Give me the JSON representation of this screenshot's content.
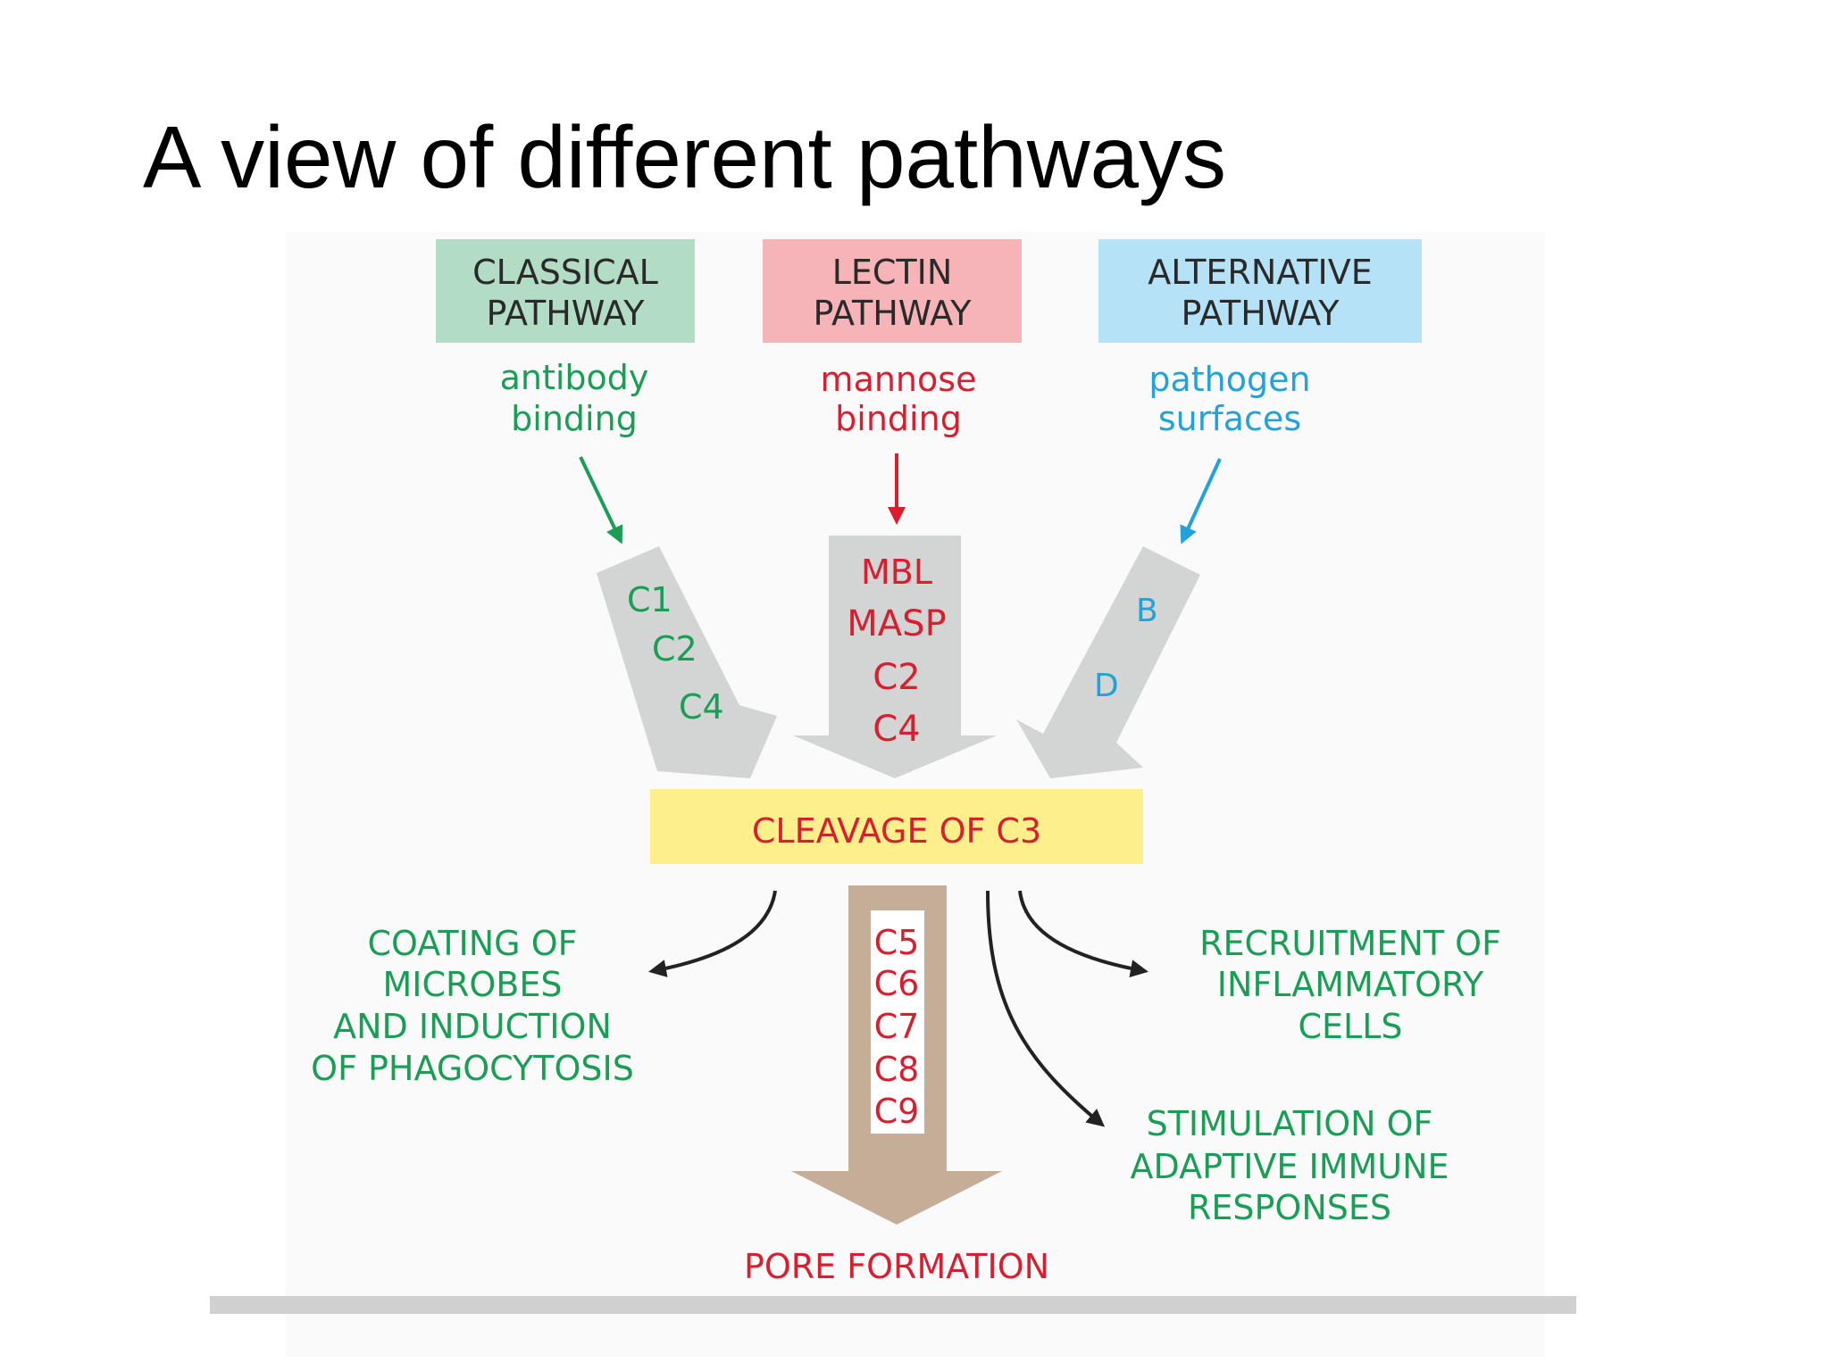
{
  "slide": {
    "title": "A view of different pathways"
  },
  "pathways": [
    {
      "name_line1": "CLASSICAL",
      "name_line2": "PATHWAY",
      "trigger_line1": "antibody",
      "trigger_line2": "binding",
      "components": [
        "C1",
        "C2",
        "C4"
      ]
    },
    {
      "name_line1": "LECTIN",
      "name_line2": "PATHWAY",
      "trigger_line1": "mannose",
      "trigger_line2": "binding",
      "components": [
        "MBL",
        "MASP",
        "C2",
        "C4"
      ]
    },
    {
      "name_line1": "ALTERNATIVE",
      "name_line2": "PATHWAY",
      "trigger_line1": "pathogen",
      "trigger_line2": "surfaces",
      "components": [
        "B",
        "D"
      ]
    }
  ],
  "central": {
    "label": "CLEAVAGE OF C3"
  },
  "terminal": {
    "components": [
      "C5",
      "C6",
      "C7",
      "C8",
      "C9"
    ],
    "result": "PORE FORMATION"
  },
  "outcomes": {
    "coating": [
      "COATING OF",
      "MICROBES",
      "AND INDUCTION",
      "OF PHAGOCYTOSIS"
    ],
    "recruitment": [
      "RECRUITMENT OF",
      "INFLAMMATORY",
      "CELLS"
    ],
    "stimulation": [
      "STIMULATION OF",
      "ADAPTIVE IMMUNE",
      "RESPONSES"
    ]
  },
  "colors": {
    "classical_box": "#b3dcc4",
    "lectin_box": "#f6b3b8",
    "alternative_box": "#b5e2f6",
    "green_text": "#1a9e56",
    "red_text": "#d91f2f",
    "blue_text": "#22a2d8",
    "cleavage_box": "#fdf08c",
    "gray_arrow": "#d3d5d5",
    "tan_arrow": "#c5ae98"
  }
}
